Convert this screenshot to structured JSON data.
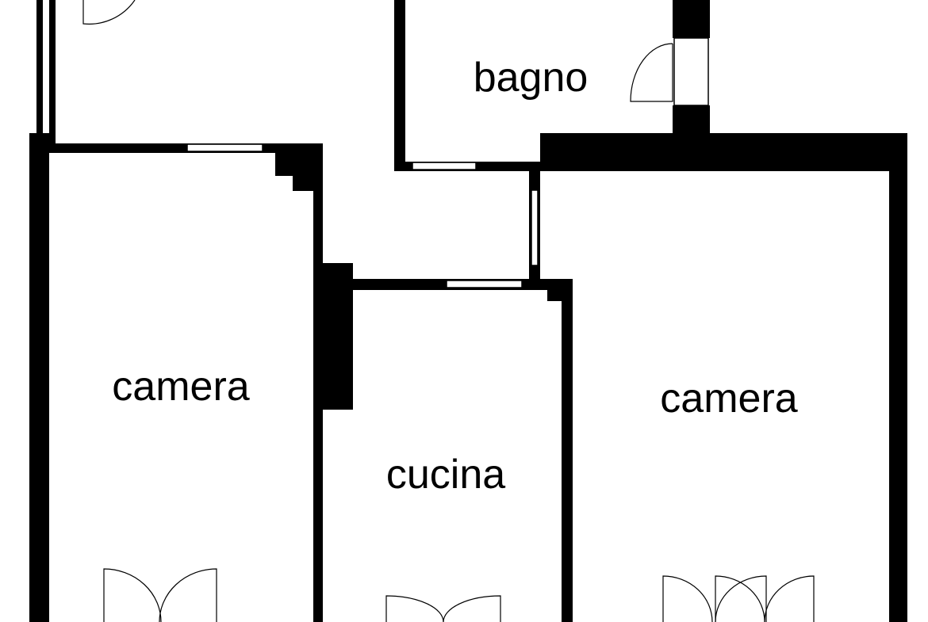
{
  "plan": {
    "wall_color": "#000000",
    "background_color": "#ffffff",
    "rooms": [
      {
        "id": "bagno",
        "label": "bagno"
      },
      {
        "id": "camera-left",
        "label": "camera"
      },
      {
        "id": "cucina",
        "label": "cucina"
      },
      {
        "id": "camera-right",
        "label": "camera"
      }
    ]
  }
}
